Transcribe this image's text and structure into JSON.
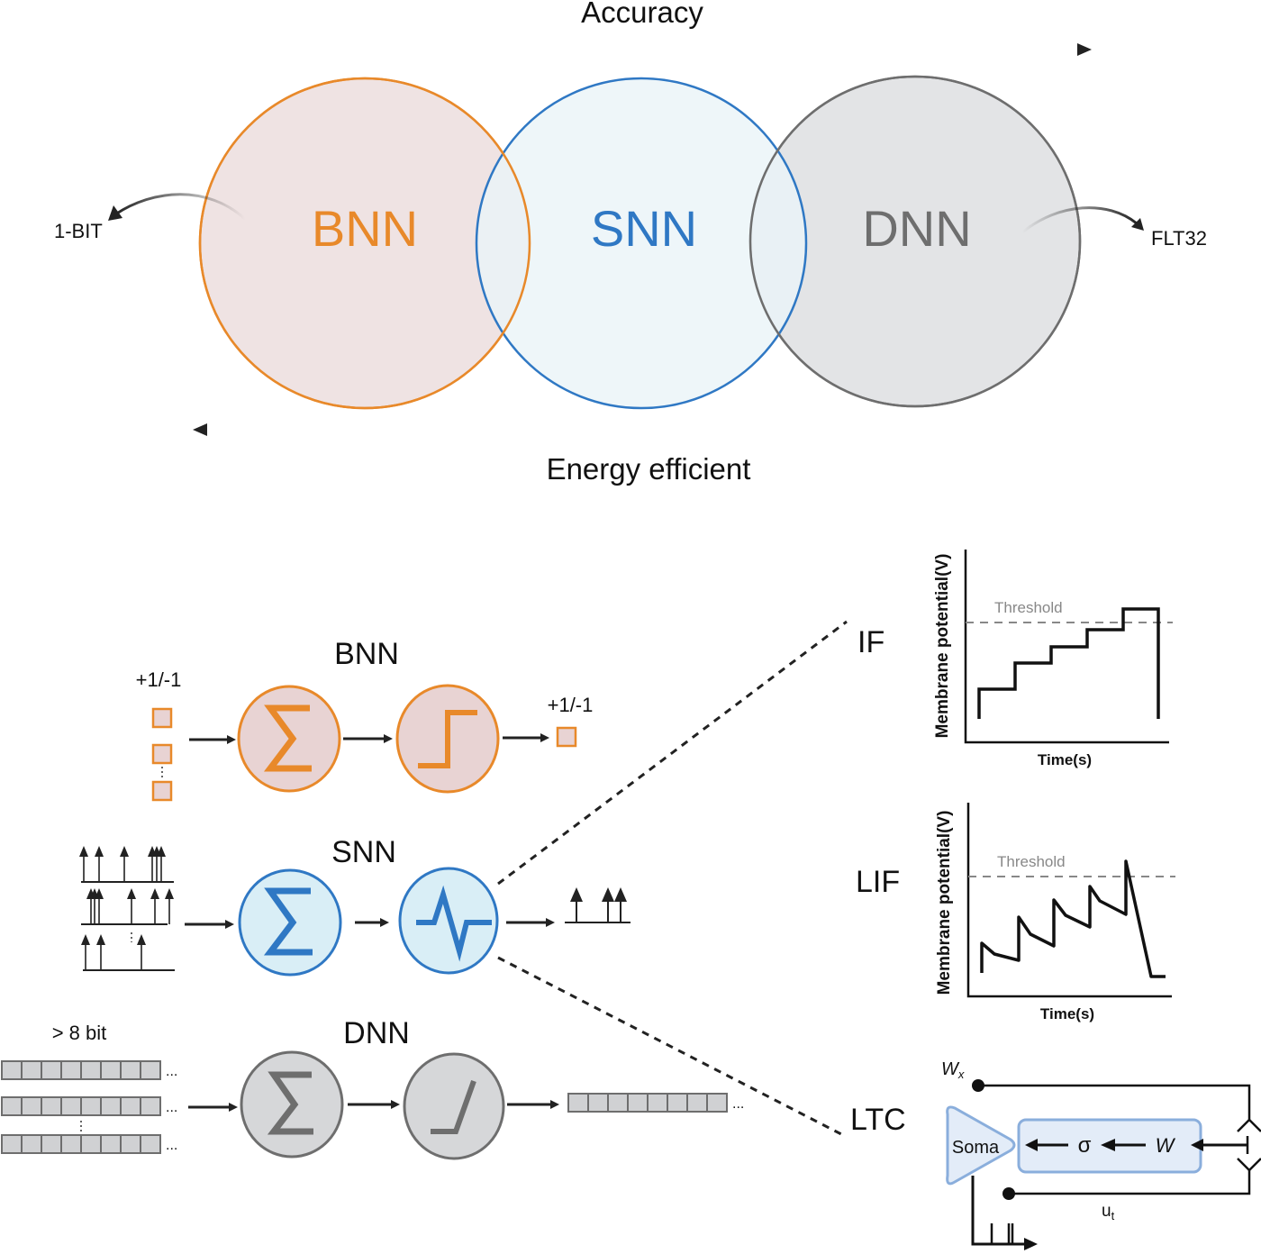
{
  "top": {
    "accuracy_label": "Accuracy",
    "energy_label": "Energy efficient",
    "left_arrow_label": "1-BIT",
    "right_arrow_label": "FLT32",
    "circles": [
      {
        "label": "BNN",
        "stroke": "#e8892a",
        "fill": "#efe3e3",
        "text_color": "#e8892a"
      },
      {
        "label": "SNN",
        "stroke": "#2f78c4",
        "fill": "#eaf4f8",
        "text_color": "#2f78c4"
      },
      {
        "label": "DNN",
        "stroke": "#6e6e6e",
        "fill": "#e3e4e6",
        "text_color": "#6e6e6e"
      }
    ]
  },
  "bnn_row": {
    "title": "BNN",
    "input_label": "+1/-1",
    "output_label": "+1/-1",
    "color": "#e8892a",
    "fill": "#e8d3d3",
    "sum_icon": "sigma-icon",
    "activation_icon": "step-function-icon"
  },
  "snn_row": {
    "title": "SNN",
    "color": "#2f78c4",
    "fill": "#d9eef6",
    "sum_icon": "sigma-icon",
    "activation_icon": "spike-waveform-icon"
  },
  "dnn_row": {
    "title": "DNN",
    "input_label": "> 8 bit",
    "color": "#6e6e6e",
    "fill": "#d6d7d9",
    "sum_icon": "sigma-icon",
    "activation_icon": "relu-icon",
    "ellipsis": "..."
  },
  "neuron_models": {
    "if": {
      "label": "IF",
      "ylabel": "Membrane potential(V)",
      "xlabel": "Time(s)",
      "threshold_label": "Threshold"
    },
    "lif": {
      "label": "LIF",
      "ylabel": "Membrane potential(V)",
      "xlabel": "Time(s)",
      "threshold_label": "Threshold"
    },
    "ltc": {
      "label": "LTC",
      "soma_label": "Soma",
      "sigma_label": "σ",
      "w_label": "W",
      "wx_label": "W",
      "wx_sub": "x",
      "ut_label": "u",
      "ut_sub": "t",
      "soma_color": "#8aaedc",
      "box_fill": "#e3ecf8"
    }
  }
}
